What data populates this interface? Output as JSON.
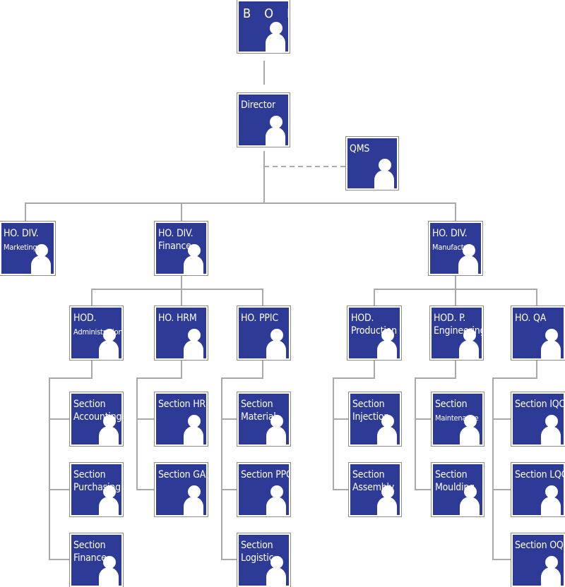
{
  "colors": {
    "box_fill": "#2d3a96",
    "box_border": "#ffffff",
    "connector": "#a9a9a9",
    "text": "#ffffff",
    "person_icon": "#ffffff"
  },
  "nodes": {
    "bod": {
      "line1": "B O D",
      "line2": ""
    },
    "director": {
      "line1": "Director",
      "line2": ""
    },
    "qms": {
      "line1": "QMS",
      "line2": ""
    },
    "ho_div_marketing": {
      "line1": "HO. DIV.",
      "line2": "Marketing"
    },
    "ho_div_finance": {
      "line1": "HO. DIV.",
      "line2": "Finance"
    },
    "ho_div_manufacture": {
      "line1": "HO. DIV.",
      "line2": "Manufacture"
    },
    "hod_administration": {
      "line1": "HOD.",
      "line2": "Administration"
    },
    "ho_hrm": {
      "line1": "HO. HRM",
      "line2": ""
    },
    "ho_ppic": {
      "line1": "HO. PPIC",
      "line2": ""
    },
    "hod_production": {
      "line1": "HOD.",
      "line2": "Production"
    },
    "hod_p_engineering": {
      "line1": "HOD. P.",
      "line2": "Engineering"
    },
    "ho_qa": {
      "line1": "HO. QA",
      "line2": ""
    },
    "section_accounting": {
      "line1": "Section",
      "line2": "Accounting"
    },
    "section_purchasing": {
      "line1": "Section",
      "line2": "Purchasing"
    },
    "section_finance": {
      "line1": "Section",
      "line2": "Finance"
    },
    "section_hrd": {
      "line1": "Section HRD",
      "line2": ""
    },
    "section_ga": {
      "line1": "Section GA",
      "line2": ""
    },
    "section_material": {
      "line1": "Section",
      "line2": "Material"
    },
    "section_ppc": {
      "line1": "Section PPC",
      "line2": ""
    },
    "section_logistic": {
      "line1": "Section",
      "line2": "Logistic"
    },
    "section_injection": {
      "line1": "Section",
      "line2": "Injection"
    },
    "section_assembly": {
      "line1": "Section",
      "line2": "Assembly"
    },
    "section_maintenance": {
      "line1": "Section",
      "line2": "Maintenance"
    },
    "section_moulding": {
      "line1": "Section",
      "line2": "Moulding"
    },
    "section_iqc": {
      "line1": "Section IQC",
      "line2": ""
    },
    "section_lqc": {
      "line1": "Section LQC",
      "line2": ""
    },
    "section_oqc": {
      "line1": "Section OQC",
      "line2": ""
    }
  }
}
